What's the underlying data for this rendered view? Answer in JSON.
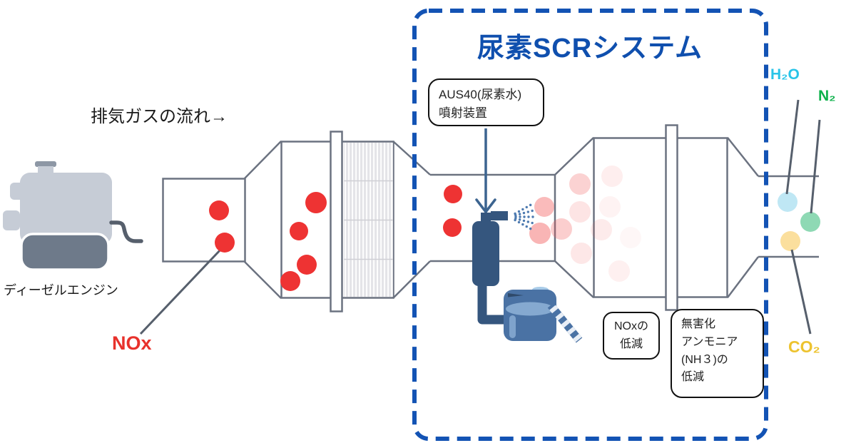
{
  "title": "尿素SCRシステム",
  "flow_label": "排気ガスの流れ→",
  "engine_label": "ディーゼルエンジン",
  "nox_label": "NOx",
  "gas_labels": {
    "h2o": "H₂O",
    "n2": "N₂",
    "co2": "CO₂"
  },
  "callouts": {
    "injector": {
      "line1": "AUS40(尿素水)",
      "line2": "噴射装置"
    },
    "nox_reduction": {
      "line1": "NOxの",
      "line2": "低減"
    },
    "nh3_reduction": {
      "line1": "無害化",
      "line2": "アンモニア",
      "line3": "(NH３)の",
      "line4": "低減"
    }
  },
  "colors": {
    "title_blue": "#0f4fae",
    "boundary_blue": "#1353b4",
    "nox_text_red": "#e8312b",
    "dot_red": "#ee3333",
    "faded_dot_red": "#f25c5c",
    "h2o_text": "#29c4e8",
    "n2_text": "#0db14b",
    "co2_text": "#edc32f",
    "h2o_dot": "#bfe7f4",
    "n2_dot": "#8ed9b4",
    "co2_dot": "#fbdf9d",
    "injector_blue": "#35567e",
    "tank_blue": "#4a72a4",
    "outline_gray": "#6b7280"
  },
  "diagram": {
    "nox_dots": [
      [
        307,
        295,
        14
      ],
      [
        315,
        340,
        14
      ],
      [
        443,
        284,
        15
      ],
      [
        419,
        324,
        13
      ],
      [
        430,
        371,
        14
      ],
      [
        407,
        394,
        14
      ],
      [
        635,
        272,
        13
      ],
      [
        634,
        319,
        13
      ]
    ],
    "treated_dots": [
      [
        763,
        290,
        14,
        0.42
      ],
      [
        757,
        327,
        15,
        0.45
      ],
      [
        787,
        321,
        15,
        0.3
      ],
      [
        813,
        258,
        15,
        0.28
      ],
      [
        813,
        297,
        15,
        0.17
      ],
      [
        815,
        355,
        15,
        0.15
      ],
      [
        858,
        247,
        15,
        0.1
      ],
      [
        855,
        290,
        15,
        0.07
      ],
      [
        843,
        322,
        15,
        0.12
      ],
      [
        868,
        380,
        15,
        0.09
      ],
      [
        884,
        333,
        15,
        0.05
      ]
    ],
    "outlet_dots": {
      "h2o": [
        1104,
        283,
        14
      ],
      "n2": [
        1136,
        311,
        14
      ],
      "co2": [
        1108,
        338,
        14
      ]
    }
  }
}
